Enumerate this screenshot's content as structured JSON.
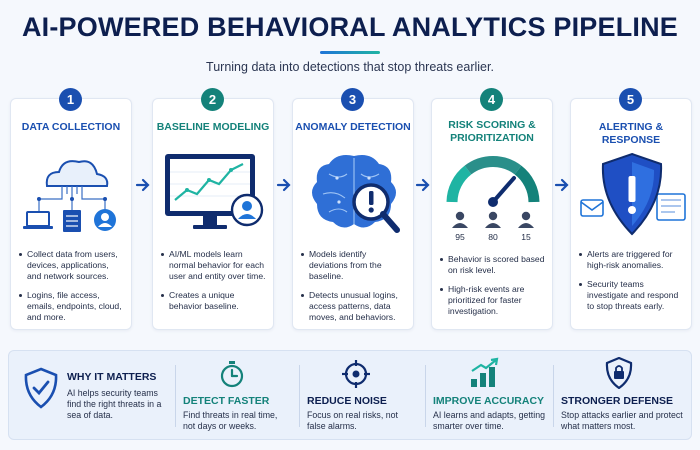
{
  "header": {
    "title": "AI-POWERED BEHAVIORAL ANALYTICS PIPELINE",
    "subtitle": "Turning data into detections that stop threats earlier."
  },
  "colors": {
    "step1": "#1a4fb0",
    "step2": "#14827a",
    "step3": "#1a4fb0",
    "step4": "#14827a",
    "step5": "#1a4fb0",
    "accent_blue": "#1f74d8",
    "accent_teal": "#1fb4a3"
  },
  "steps": [
    {
      "number": "1",
      "title": "DATA COLLECTION",
      "icon": "cloud-network-icon",
      "bullets": [
        "Collect data from users, devices, applications, and network sources.",
        "Logins, file access, emails, endpoints, cloud, and more."
      ]
    },
    {
      "number": "2",
      "title": "BASELINE MODELING",
      "icon": "monitor-chart-icon",
      "bullets": [
        "AI/ML models learn normal behavior for each user and entity over time.",
        "Creates a unique behavior baseline."
      ]
    },
    {
      "number": "3",
      "title": "ANOMALY DETECTION",
      "icon": "brain-magnifier-icon",
      "bullets": [
        "Models identify deviations from the baseline.",
        "Detects unusual logins, access patterns, data moves, and behaviors."
      ]
    },
    {
      "number": "4",
      "title_line1": "RISK SCORING &",
      "title_line2": "PRIORITIZATION",
      "icon": "gauge-icon",
      "scores": [
        "95",
        "80",
        "15"
      ],
      "bullets": [
        "Behavior is scored based on risk level.",
        "High-risk events are prioritized for faster investigation."
      ]
    },
    {
      "number": "5",
      "title": "ALERTING & RESPONSE",
      "icon": "shield-alert-icon",
      "bullets": [
        "Alerts are triggered for high-risk anomalies.",
        "Security teams investigate and respond to stop threats early."
      ]
    }
  ],
  "bottom": {
    "why": {
      "title": "WHY IT MATTERS",
      "desc": "AI helps security teams find the right threats in a sea of data.",
      "icon": "shield-check-icon"
    },
    "benefits": [
      {
        "title": "DETECT FASTER",
        "desc": "Find threats in real time, not days or weeks.",
        "icon": "stopwatch-icon"
      },
      {
        "title": "REDUCE NOISE",
        "desc": "Focus on real risks, not false alarms.",
        "icon": "crosshair-icon"
      },
      {
        "title": "IMPROVE ACCURACY",
        "desc": "AI learns and adapts, getting smarter over time.",
        "icon": "bar-chart-up-icon"
      },
      {
        "title": "STRONGER DEFENSE",
        "desc": "Stop attacks earlier and protect what matters most.",
        "icon": "shield-lock-icon"
      }
    ]
  }
}
